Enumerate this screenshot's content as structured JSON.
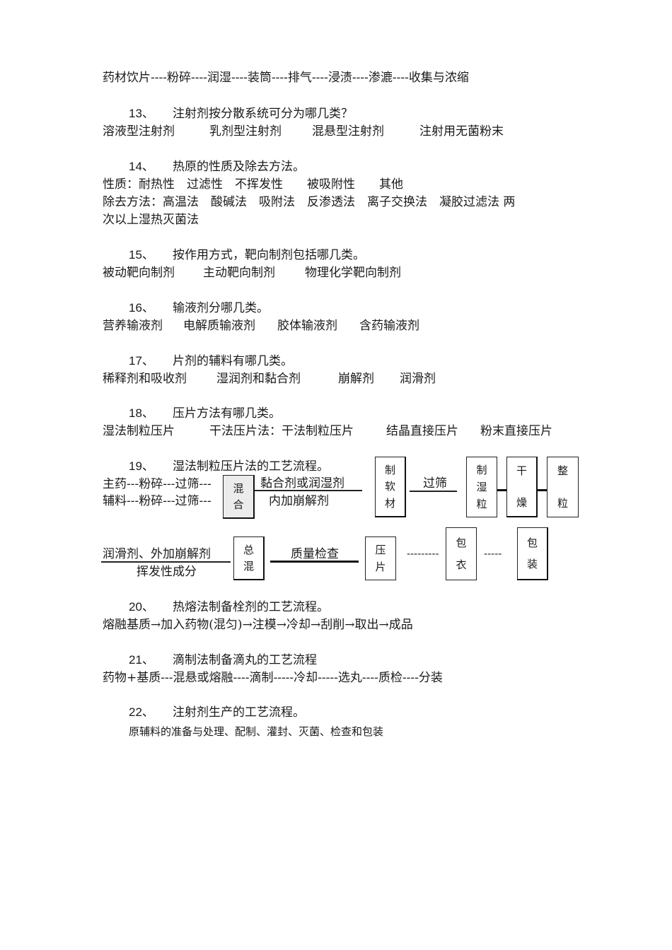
{
  "q12_answer": "药材饮片----粉碎----润湿----装筒----排气----浸渍----渗漉----收集与浓缩",
  "questions": [
    {
      "num": "13、",
      "text": "注射剂按分散系统可分为哪几类？",
      "answers": [
        "溶液型注射剂",
        "乳剂型注射剂",
        "混悬型注射剂",
        "注射用无菌粉末"
      ]
    },
    {
      "num": "14、",
      "text": "热原的性质及除去方法。",
      "line1": "性质：耐热性　过滤性　不挥发性　　被吸附性　　其他",
      "line2": "除去方法：高温法　酸碱法　吸附法　反渗透法　离子交换法　凝胶过滤法 两",
      "line3": "次以上湿热灭菌法"
    },
    {
      "num": "15、",
      "text": "按作用方式，靶向制剂包括哪几类。",
      "answers": [
        "被动靶向制剂",
        "主动靶向制剂",
        "物理化学靶向制剂"
      ]
    },
    {
      "num": "16、",
      "text": "输液剂分哪几类。",
      "answers": [
        "营养输液剂",
        "电解质输液剂",
        "胶体输液剂",
        "含药输液剂"
      ]
    },
    {
      "num": "17、",
      "text": "片剂的辅料有哪几类。",
      "answers": [
        "稀释剂和吸收剂",
        "湿润剂和黏合剂",
        "崩解剂",
        "润滑剂"
      ]
    },
    {
      "num": "18、",
      "text": "压片方法有哪几类。",
      "answers": [
        "湿法制粒压片",
        "干法压片法：干法制粒压片",
        "结晶直接压片",
        "粉末直接压片"
      ]
    },
    {
      "num": "19、",
      "text": "湿法制粒压片法的工艺流程。"
    },
    {
      "num": "20、",
      "text": "热熔法制备栓剂的工艺流程。",
      "answer": "熔融基质→加入药物(混匀)→注模→冷却→刮削→取出→成品"
    },
    {
      "num": "21、",
      "text": "滴制法制备滴丸的工艺流程",
      "answer": "药物+基质---混悬或熔融----滴制-----冷却-----选丸----质检----分装"
    },
    {
      "num": "22、",
      "text": "注射剂生产的工艺流程。",
      "answer": "原辅料的准备与处理、配制、灌封、灭菌、检查和包装"
    }
  ],
  "flow19": {
    "row1_left_a": "主药---粉碎---过筛---",
    "row1_left_b": "辅料---粉碎---过筛---",
    "box_mix": [
      "混",
      "合"
    ],
    "label_binder": "黏合剂或润湿剂",
    "label_disint": "内加崩解剂",
    "box_soft": [
      "制",
      "软",
      "材"
    ],
    "label_sieve": "过筛",
    "box_wetgran": [
      "制",
      "湿",
      "粒"
    ],
    "box_dry": [
      "干",
      "燥"
    ],
    "box_size": [
      "整",
      "粒"
    ],
    "label_lub": "润滑剂、外加崩解剂",
    "label_vol": "挥发性成分",
    "box_total": [
      "总",
      "混"
    ],
    "label_qc": "质量检查",
    "box_press": [
      "压",
      "片"
    ],
    "dash1": "---------",
    "box_coat": [
      "包",
      "衣"
    ],
    "dash2": "-----",
    "box_pack": [
      "包",
      "装"
    ]
  }
}
